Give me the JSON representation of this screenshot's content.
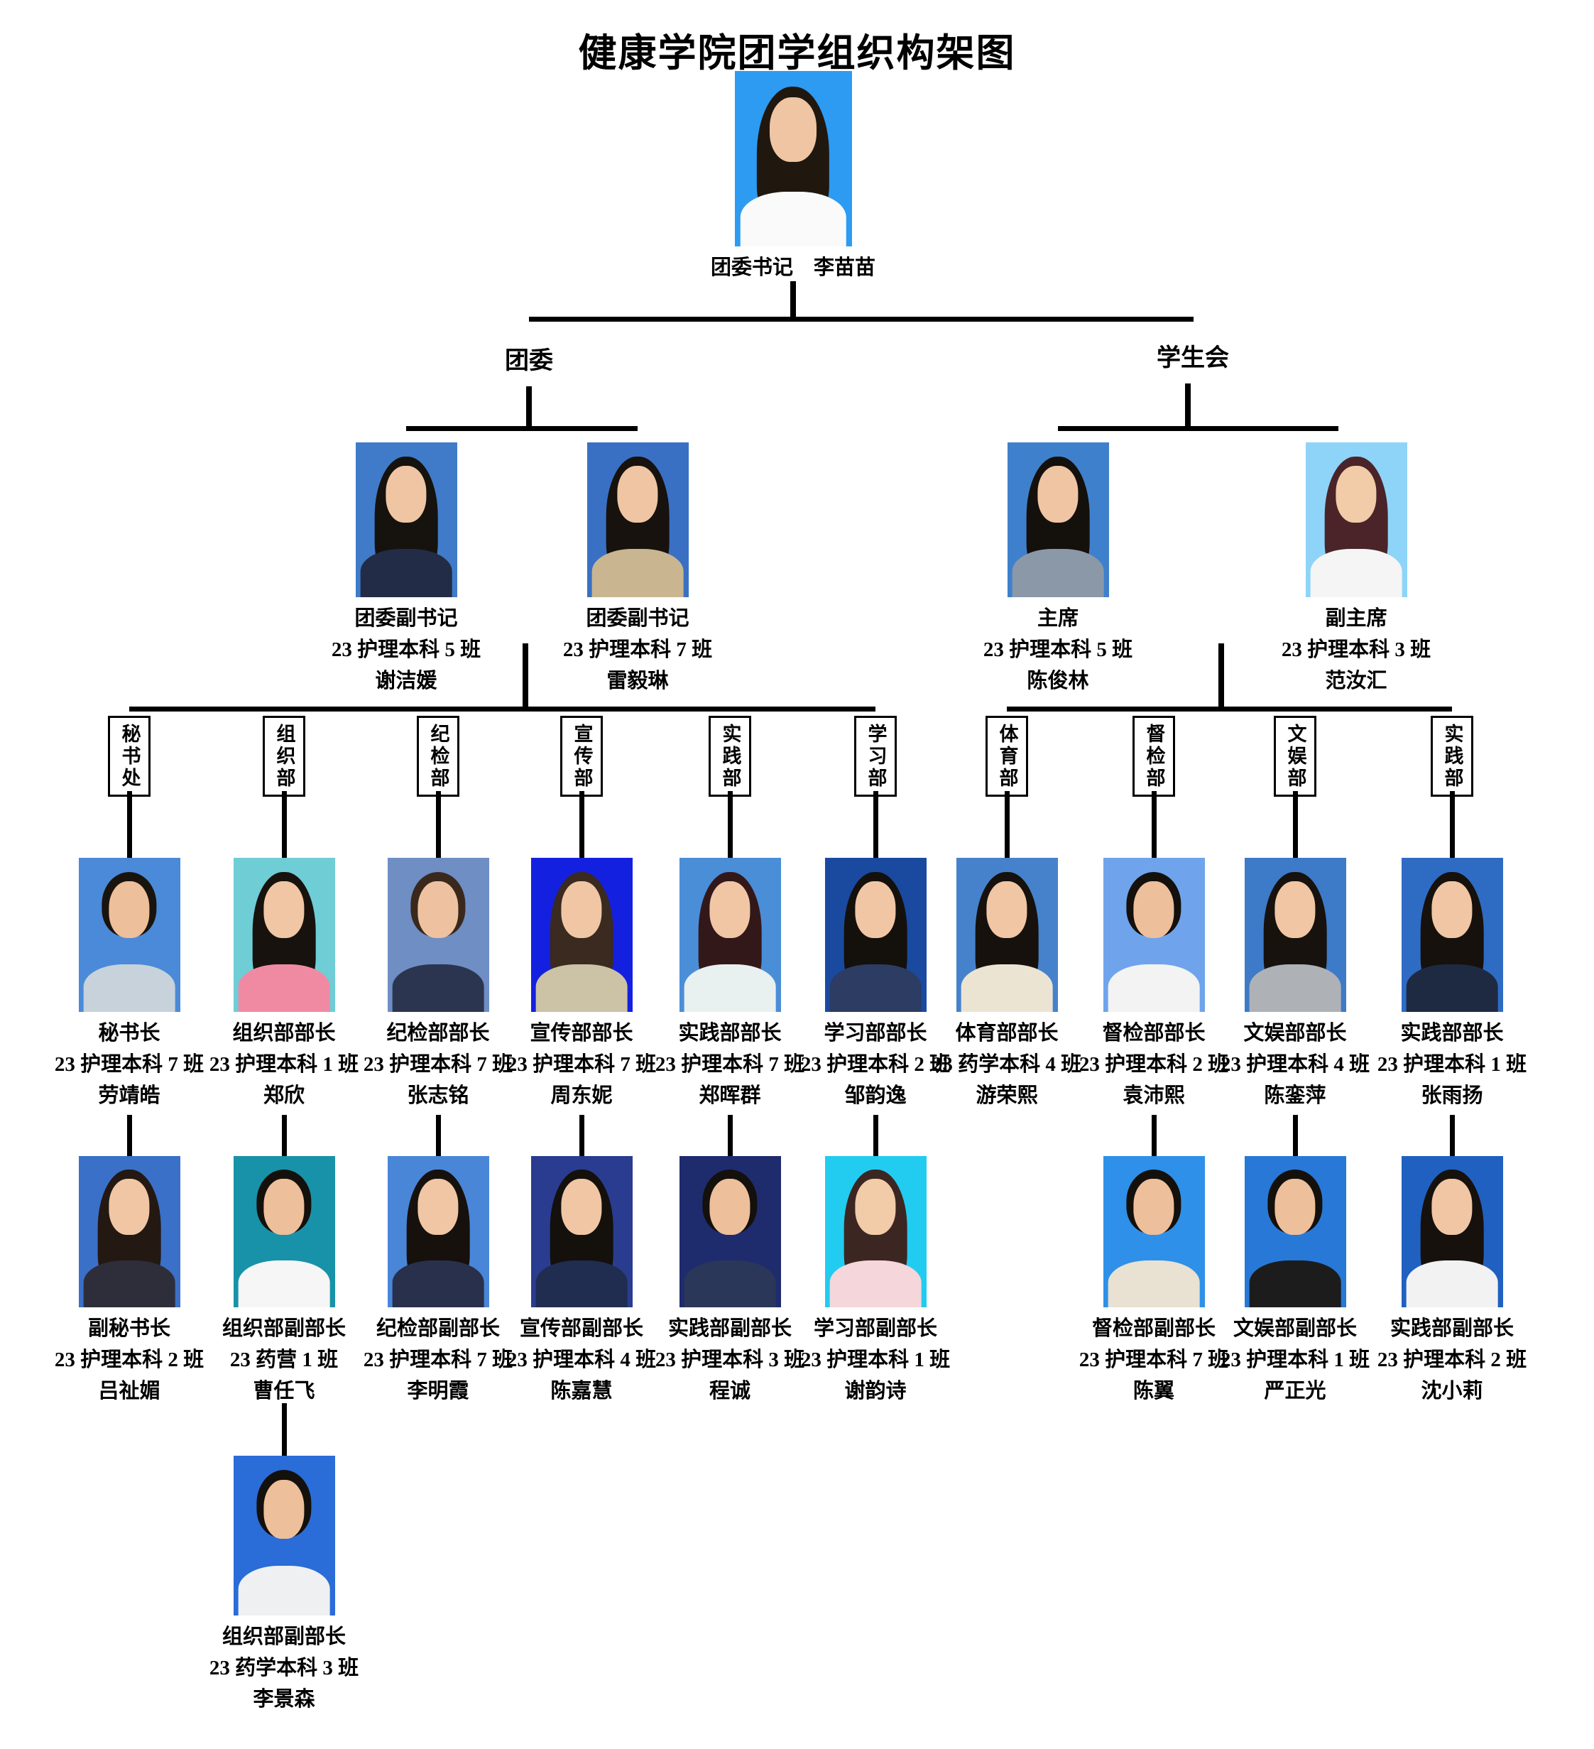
{
  "title": "健康学院团学组织构架图",
  "secretary": {
    "label": "团委书记　李苗苗",
    "photo": {
      "bg": "#2d9bf2",
      "hair": "#20180f",
      "skin": "#efc5a3",
      "shirt": "#fafafa",
      "cut": "long"
    }
  },
  "branches": {
    "league_label": "团委",
    "union_label": "学生会"
  },
  "level2": [
    {
      "role": "团委副书记",
      "class_name": "23 护理本科 5 班",
      "name": "谢洁媛",
      "photo": {
        "bg": "#3f7bc8",
        "hair": "#16120e",
        "skin": "#efc5a3",
        "shirt": "#232c46",
        "cut": "long"
      }
    },
    {
      "role": "团委副书记",
      "class_name": "23 护理本科 7 班",
      "name": "雷毅琳",
      "photo": {
        "bg": "#3a70c4",
        "hair": "#17120d",
        "skin": "#efc5a3",
        "shirt": "#c9b690",
        "cut": "long"
      }
    },
    {
      "role": "主席",
      "class_name": "23 护理本科 5 班",
      "name": "陈俊林",
      "photo": {
        "bg": "#3f80cc",
        "hair": "#14100c",
        "skin": "#efc5a3",
        "shirt": "#8b98a8",
        "cut": "long"
      }
    },
    {
      "role": "副主席",
      "class_name": "23 护理本科 3 班",
      "name": "范汝汇",
      "photo": {
        "bg": "#8ed4f8",
        "hair": "#4a2428",
        "skin": "#f2cba8",
        "shirt": "#f5f5f5",
        "cut": "long"
      }
    }
  ],
  "departments": [
    {
      "label": "秘书处"
    },
    {
      "label": "组织部"
    },
    {
      "label": "纪检部"
    },
    {
      "label": "宣传部"
    },
    {
      "label": "实践部"
    },
    {
      "label": "学习部"
    },
    {
      "label": "体育部"
    },
    {
      "label": "督检部"
    },
    {
      "label": "文娱部"
    },
    {
      "label": "实践部"
    }
  ],
  "directors": [
    {
      "role": "秘书长",
      "class_name": "23 护理本科 7 班",
      "name": "劳靖皓",
      "photo": {
        "bg": "#4a8ad8",
        "hair": "#1a140e",
        "skin": "#edbf9a",
        "shirt": "#c7d2da",
        "cut": "short"
      }
    },
    {
      "role": "组织部部长",
      "class_name": "23 护理本科 1 班",
      "name": "郑欣",
      "photo": {
        "bg": "#6fcdd6",
        "hair": "#17120d",
        "skin": "#f0c6a4",
        "shirt": "#f08aa2",
        "cut": "long"
      }
    },
    {
      "role": "纪检部部长",
      "class_name": "23 护理本科 7 班",
      "name": "张志铭",
      "photo": {
        "bg": "#6e8ec4",
        "hair": "#3a281c",
        "skin": "#eec2a0",
        "shirt": "#2c3550",
        "cut": "short"
      }
    },
    {
      "role": "宣传部部长",
      "class_name": "23 护理本科 7 班",
      "name": "周东妮",
      "photo": {
        "bg": "#1420e0",
        "hair": "#3a2a20",
        "skin": "#f0c6a4",
        "shirt": "#ccc2a6",
        "cut": "long"
      }
    },
    {
      "role": "实践部部长",
      "class_name": "23 护理本科 7 班",
      "name": "郑晖群",
      "photo": {
        "bg": "#4a8ed8",
        "hair": "#33181a",
        "skin": "#f0c6a4",
        "shirt": "#e9f0f0",
        "cut": "long"
      }
    },
    {
      "role": "学习部部长",
      "class_name": "23 护理本科 2 班",
      "name": "邹韵逸",
      "photo": {
        "bg": "#1a4aa0",
        "hair": "#14100c",
        "skin": "#f0c6a4",
        "shirt": "#2c3c62",
        "cut": "long"
      }
    },
    {
      "role": "体育部部长",
      "class_name": "23 药学本科 4 班",
      "name": "游荣熙",
      "photo": {
        "bg": "#4682cc",
        "hair": "#16110c",
        "skin": "#f0c6a4",
        "shirt": "#ece4d2",
        "cut": "long"
      }
    },
    {
      "role": "督检部部长",
      "class_name": "23 护理本科 2 班",
      "name": "袁沛熙",
      "photo": {
        "bg": "#6fa4ec",
        "hair": "#14100c",
        "skin": "#edbf9a",
        "shirt": "#f3f3f3",
        "cut": "short"
      }
    },
    {
      "role": "文娱部部长",
      "class_name": "23 护理本科 4 班",
      "name": "陈銮萍",
      "photo": {
        "bg": "#3d7ac8",
        "hair": "#17120d",
        "skin": "#f0c6a4",
        "shirt": "#aeb2b6",
        "cut": "long"
      }
    },
    {
      "role": "实践部部长",
      "class_name": "23 护理本科 1 班",
      "name": "张雨扬",
      "photo": {
        "bg": "#2e6cc4",
        "hair": "#16110c",
        "skin": "#f0c6a4",
        "shirt": "#1e2a42",
        "cut": "long"
      }
    }
  ],
  "deputies": [
    {
      "role": "副秘书长",
      "class_name": "23 护理本科 2 班",
      "name": "吕祉媚",
      "photo": {
        "bg": "#3a70c8",
        "hair": "#241812",
        "skin": "#f0c6a4",
        "shirt": "#2e2e3a",
        "cut": "long"
      }
    },
    {
      "role": "组织部副部长",
      "class_name": "23 药营 1 班",
      "name": "曹任飞",
      "photo": {
        "bg": "#1892a8",
        "hair": "#14100c",
        "skin": "#edbf9a",
        "shirt": "#f6f6f6",
        "cut": "short"
      }
    },
    {
      "role": "纪检部副部长",
      "class_name": "23 护理本科 7 班",
      "name": "李明霞",
      "photo": {
        "bg": "#4a86d8",
        "hair": "#16110c",
        "skin": "#f0c6a4",
        "shirt": "#28304c",
        "cut": "long"
      }
    },
    {
      "role": "宣传部副部长",
      "class_name": "23 护理本科 4 班",
      "name": "陈嘉慧",
      "photo": {
        "bg": "#2a3c90",
        "hair": "#14100c",
        "skin": "#f0c6a4",
        "shirt": "#202c50",
        "cut": "long"
      }
    },
    {
      "role": "实践部副部长",
      "class_name": "23 护理本科 3 班",
      "name": "程诚",
      "photo": {
        "bg": "#1e2c6e",
        "hair": "#14100c",
        "skin": "#edbf9a",
        "shirt": "#2b3758",
        "cut": "short"
      }
    },
    {
      "role": "学习部副部长",
      "class_name": "23 护理本科 1 班",
      "name": "谢韵诗",
      "photo": {
        "bg": "#22ccf0",
        "hair": "#3c2622",
        "skin": "#f2cba8",
        "shirt": "#f5d6da",
        "cut": "long"
      }
    },
    {
      "role": "督检部副部长",
      "class_name": "23 护理本科 7 班",
      "name": "陈翼",
      "photo": {
        "bg": "#2e90e8",
        "hair": "#14100c",
        "skin": "#edbf9a",
        "shirt": "#e9e1d1",
        "cut": "short"
      }
    },
    {
      "role": "文娱部副部长",
      "class_name": "23 护理本科 1 班",
      "name": "严正光",
      "photo": {
        "bg": "#2878d8",
        "hair": "#14100c",
        "skin": "#edbf9a",
        "shirt": "#1c1c1c",
        "cut": "short"
      }
    },
    {
      "role": "实践部副部长",
      "class_name": "23 护理本科 2 班",
      "name": "沈小莉",
      "photo": {
        "bg": "#2060c0",
        "hair": "#16110c",
        "skin": "#f0c6a4",
        "shirt": "#f2f2f2",
        "cut": "long"
      }
    }
  ],
  "second_deputy": {
    "role": "组织部副部长",
    "class_name": "23 药学本科 3 班",
    "name": "李景森",
    "photo": {
      "bg": "#2a6cd8",
      "hair": "#14100c",
      "skin": "#edbf9a",
      "shirt": "#eef0f2",
      "cut": "short"
    }
  }
}
